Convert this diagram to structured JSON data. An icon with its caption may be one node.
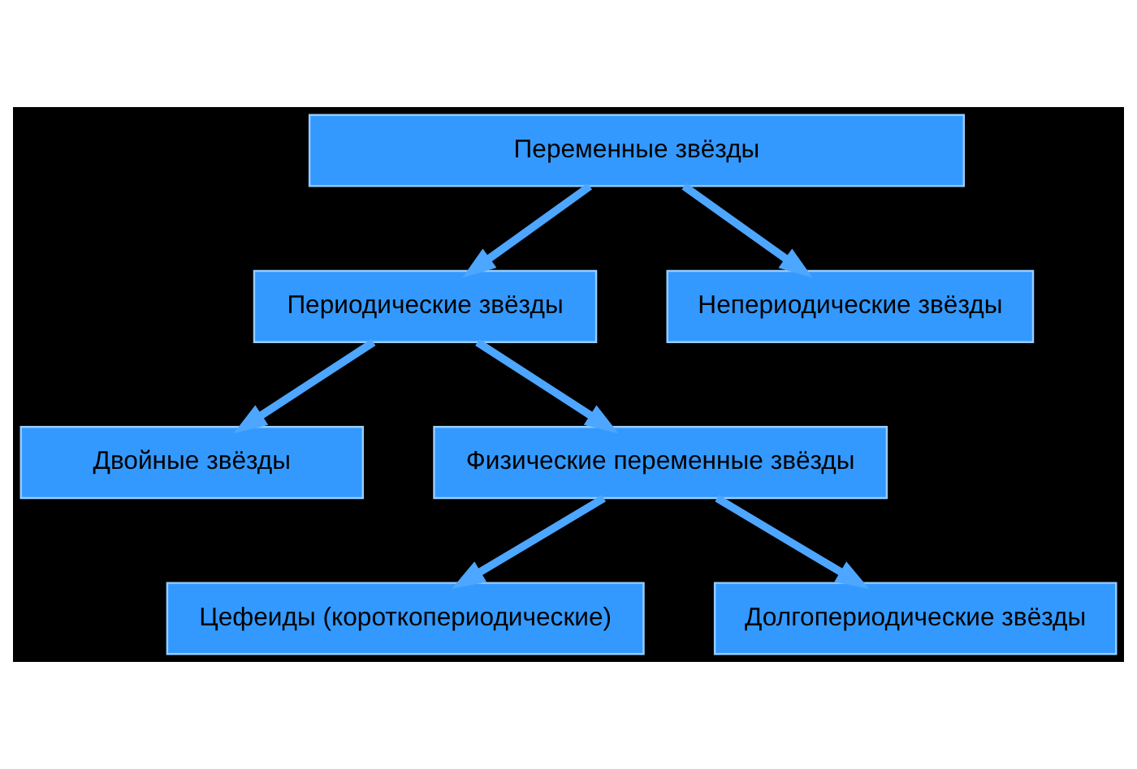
{
  "diagram": {
    "nodes": [
      {
        "text": [
          "Переменные звёзды"
        ]
      },
      {
        "text": [
          "Периодические звёзды"
        ]
      },
      {
        "text": [
          "Непериодические звёзды"
        ]
      },
      {
        "text": [
          "Двойные звёзды"
        ]
      },
      {
        "text": [
          "Физические переменные звёзды"
        ]
      },
      {
        "text": [
          "Цефеиды (короткопериодические)"
        ]
      },
      {
        "text": [
          "Долгопериодические звёзды"
        ]
      }
    ],
    "edges": [
      {
        "from": 0,
        "to": 1,
        "arrow": "to"
      },
      {
        "from": 0,
        "to": 2,
        "arrow": "to"
      },
      {
        "from": 1,
        "to": 3,
        "arrow": "to"
      },
      {
        "from": 1,
        "to": 4,
        "arrow": "to"
      },
      {
        "from": 4,
        "to": 5,
        "arrow": "to"
      },
      {
        "from": 4,
        "to": 6,
        "arrow": "to"
      }
    ]
  }
}
